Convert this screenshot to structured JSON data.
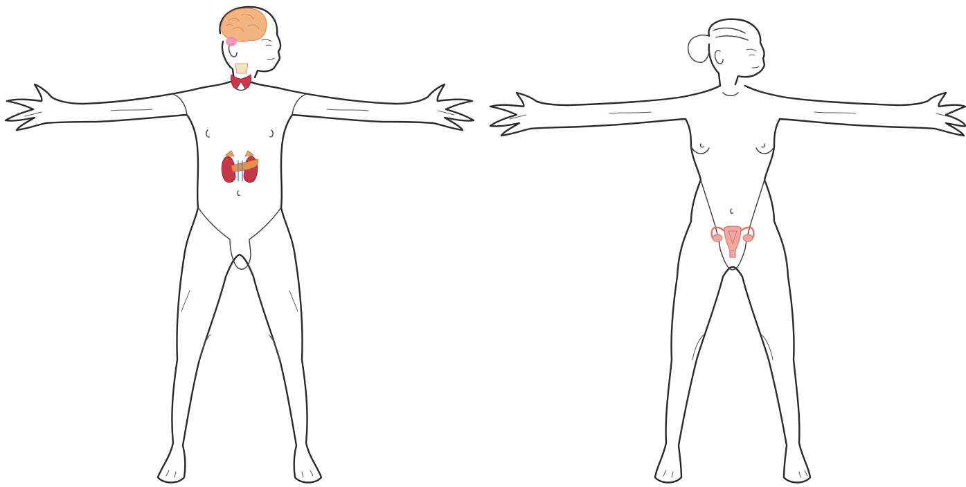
{
  "figures": [
    {
      "id": "male",
      "organs": [
        "brain",
        "pituitary-gland",
        "thyroid-gland",
        "adrenal-glands-kidneys",
        "pancreas"
      ]
    },
    {
      "id": "female",
      "organs": [
        "uterus-ovaries"
      ]
    }
  ],
  "colors": {
    "outline": "#2a2a2a",
    "brain": "#f2b483",
    "brain_fold": "#e08a4e",
    "pituitary": "#f08bb3",
    "thyroid": "#c8394c",
    "thyroid_cartilage": "#f4e2c4",
    "kidney": "#c43848",
    "pancreas": "#e5914a",
    "uterus": "#f0a8a0",
    "uterus_stroke": "#d9736c"
  }
}
